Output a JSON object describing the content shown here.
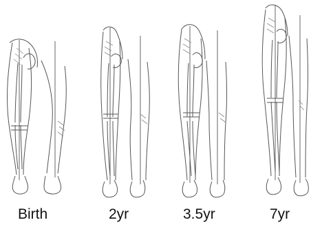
{
  "figure": {
    "stages": [
      {
        "label": "Birth",
        "icon": "legs-birth-illustration"
      },
      {
        "label": "2yr",
        "icon": "legs-2yr-illustration"
      },
      {
        "label": "3.5yr",
        "icon": "legs-3.5yr-illustration"
      },
      {
        "label": "7yr",
        "icon": "legs-7yr-illustration"
      }
    ]
  }
}
